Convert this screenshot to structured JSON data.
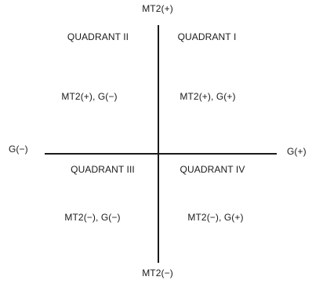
{
  "axes": {
    "top": "MT2(+)",
    "bottom": "MT2(−)",
    "left": "G(−)",
    "right": "G(+)"
  },
  "quadrants": [
    {
      "title": "QUADRANT I",
      "signs": "MT2(+), G(+)"
    },
    {
      "title": "QUADRANT II",
      "signs": "MT2(+), G(−)"
    },
    {
      "title": "QUADRANT III",
      "signs": "MT2(−), G(−)"
    },
    {
      "title": "QUADRANT IV",
      "signs": "MT2(−), G(+)"
    }
  ]
}
